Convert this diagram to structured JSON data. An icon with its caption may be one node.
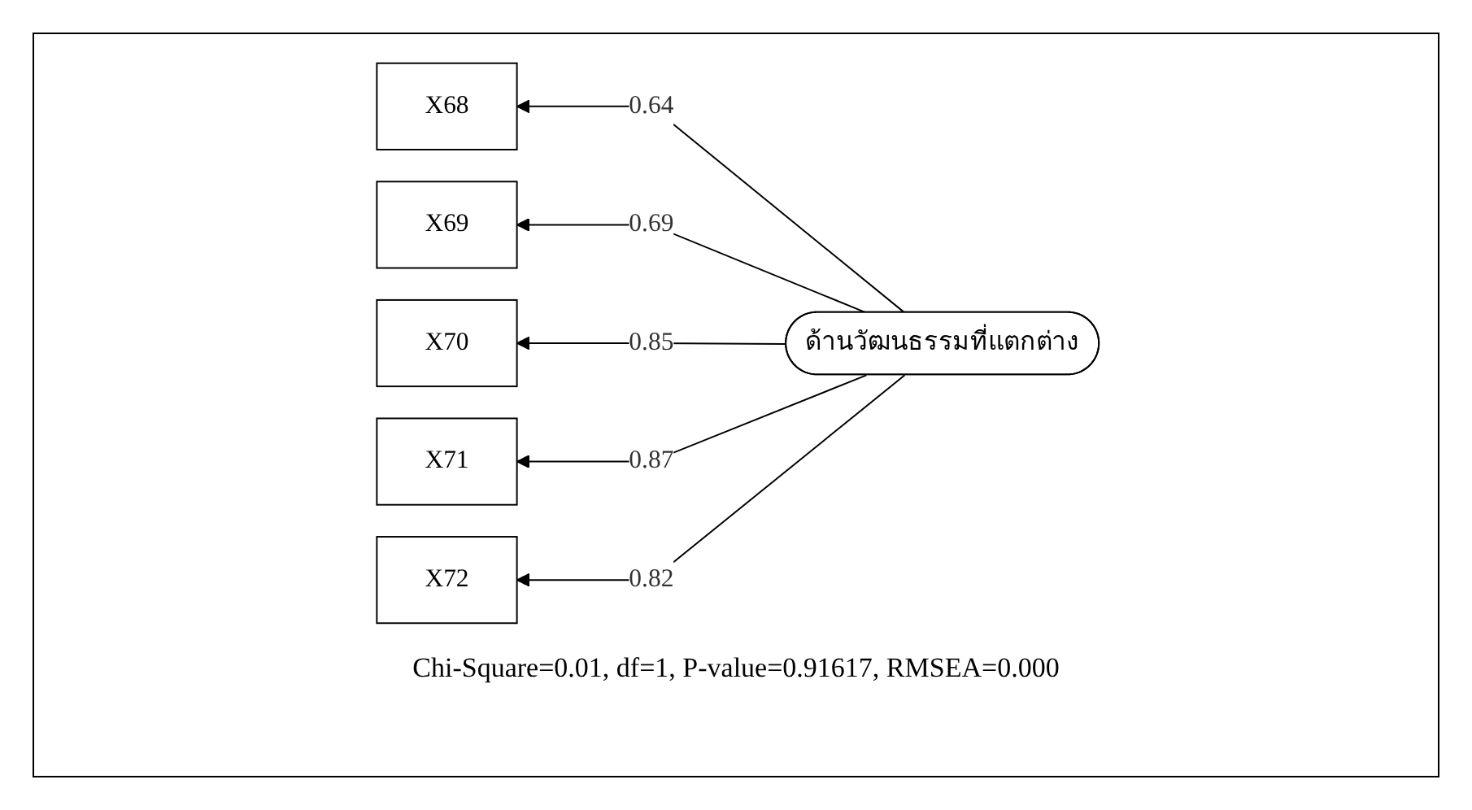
{
  "diagram": {
    "nodes": [
      {
        "text": [
          "X68"
        ]
      },
      {
        "text": [
          "X69"
        ]
      },
      {
        "text": [
          "X70"
        ]
      },
      {
        "text": [
          "X71"
        ]
      },
      {
        "text": [
          "X72"
        ]
      },
      {
        "text": [
          "ด้านวัฒนธรรมที่แตกต่าง"
        ]
      }
    ],
    "edges": [
      {
        "from": 5,
        "to": 0,
        "arrow": "to",
        "label": "0.64"
      },
      {
        "from": 5,
        "to": 1,
        "arrow": "to",
        "label": "0.69"
      },
      {
        "from": 5,
        "to": 2,
        "arrow": "to",
        "label": "0.85"
      },
      {
        "from": 5,
        "to": 3,
        "arrow": "to",
        "label": "0.87"
      },
      {
        "from": 5,
        "to": 4,
        "arrow": "to",
        "label": "0.82"
      }
    ],
    "labels": [
      "Chi-Square=0.01, df=1, P-value=0.91617, RMSEA=0.000"
    ]
  }
}
